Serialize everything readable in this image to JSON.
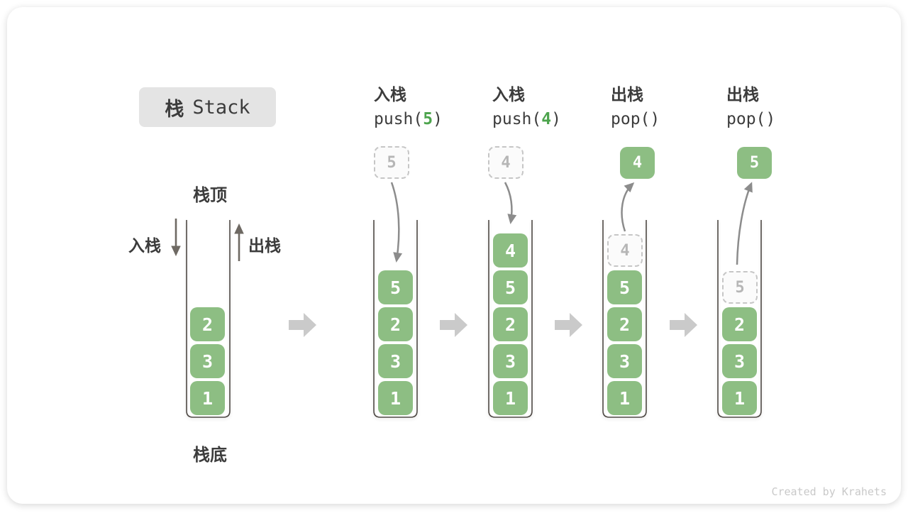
{
  "title": {
    "zh": "栈",
    "en": "Stack"
  },
  "legend": {
    "stack_top": "栈顶",
    "stack_bottom": "栈底",
    "push_label": "入栈",
    "pop_label": "出栈"
  },
  "operations": [
    {
      "action": "入栈",
      "call_pre": "push(",
      "arg": "5",
      "call_post": ")"
    },
    {
      "action": "入栈",
      "call_pre": "push(",
      "arg": "4",
      "call_post": ")"
    },
    {
      "action": "出栈",
      "call_pre": "pop(",
      "arg": "",
      "call_post": ")"
    },
    {
      "action": "出栈",
      "call_pre": "pop(",
      "arg": "",
      "call_post": ")"
    }
  ],
  "stacks": [
    {
      "blocks": [
        "2",
        "3",
        "1"
      ]
    },
    {
      "incoming": "5",
      "blocks": [
        "5",
        "2",
        "3",
        "1"
      ]
    },
    {
      "incoming": "4",
      "blocks": [
        "4",
        "5",
        "2",
        "3",
        "1"
      ]
    },
    {
      "outgoing": "4",
      "ghost": "4",
      "blocks": [
        "5",
        "2",
        "3",
        "1"
      ]
    },
    {
      "outgoing": "5",
      "ghost": "5",
      "blocks": [
        "2",
        "3",
        "1"
      ]
    }
  ],
  "watermark": "Created by Krahets",
  "colors": {
    "block_green": "#8DBE83",
    "arg_green": "#4DA44D",
    "text_dark": "#3C3C3C",
    "ghost_gray": "#B6B6B6",
    "flow_arrow_gray": "#CACACA",
    "curve_arrow_gray": "#8C8C8C",
    "title_box_bg": "#E4E4E4"
  }
}
